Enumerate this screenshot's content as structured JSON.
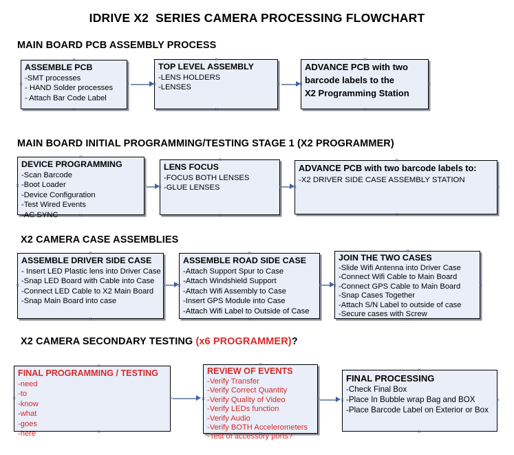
{
  "document": {
    "title": "IDRIVE X2  SERIES CAMERA PROCESSING FLOWCHART",
    "accent_red": "#d42a2a",
    "box_fill": "#e9eef8",
    "box_border": "#000000",
    "connector_color": "#7f93ad",
    "arrow_color": "#3f61a8"
  },
  "sections": [
    {
      "heading": "MAIN BOARD PCB ASSEMBLY PROCESS",
      "heading_suffix": "",
      "boxes": [
        {
          "title": "ASSEMBLE PCB",
          "lines": [
            " -SMT processes",
            "- HAND Solder processes",
            "- Attach Bar Code Label"
          ]
        },
        {
          "title": "TOP LEVEL ASSEMBLY",
          "lines": [
            "-LENS HOLDERS",
            "-LENSES"
          ]
        },
        {
          "title": "ADVANCE PCB with two",
          "lines": [
            "barcode labels to the",
            " X2 Programming Station"
          ]
        }
      ]
    },
    {
      "heading": "MAIN BOARD INITIAL PROGRAMMING/TESTING STAGE 1 (X2 PROGRAMMER)",
      "heading_suffix": "",
      "boxes": [
        {
          "title": "DEVICE PROGRAMMING",
          "lines": [
            "-Scan Barcode",
            "-Boot Loader",
            "-Device Configuration",
            "-Test Wired Events",
            "-AC SYNC"
          ]
        },
        {
          "title": "LENS FOCUS",
          "lines": [
            "-FOCUS BOTH LENSES",
            "-GLUE LENSES"
          ]
        },
        {
          "title": "ADVANCE PCB with two barcode labels to:",
          "lines": [
            "-X2 DRIVER  SIDE  CASE  ASSEMBLY STATION"
          ]
        }
      ]
    },
    {
      "heading": "X2 CAMERA CASE ASSEMBLIES",
      "heading_suffix": "",
      "boxes": [
        {
          "title": "ASSEMBLE DRIVER SIDE CASE",
          "lines": [
            "- Insert LED Plastic lens into Driver Case",
            "-Snap LED Board with Cable into Case",
            "-Connect LED Cable to X2 Main Board",
            "-Snap Main Board into case"
          ]
        },
        {
          "title": "ASSEMBLE ROAD SIDE CASE",
          "lines": [
            "-Attach Support Spur to Case",
            "-Attach Windshield Support",
            "-Attach Wifi Assembly to Case",
            "-Insert GPS Module into Case",
            "-Attach Wifi Label to Outside of Case"
          ]
        },
        {
          "title": "JOIN THE TWO CASES",
          "lines": [
            "-Slide Wifi Antenna into Driver Case",
            "-Connect Wifi Cable to Main Board",
            "-Connect GPS Cable to Main Board",
            "-Snap Cases Together",
            "-Attach S/N Label to outside of case",
            "-Secure cases with Screw"
          ]
        }
      ]
    },
    {
      "heading": "X2 CAMERA SECONDARY TESTING ",
      "heading_red": "(x6 PROGRAMMER)",
      "heading_suffix": "?",
      "boxes": [
        {
          "title": "FINAL PROGRAMMING / TESTING",
          "lines": [
            "-need",
            "-to",
            "-know",
            "-what",
            "-goes",
            "-here"
          ]
        },
        {
          "title": "REVIEW OF EVENTS",
          "lines": [
            "-Verify Transfer",
            "-Verify Correct Quantity",
            "-Verify Quality of Video",
            "-Verify LEDs function",
            "-Verify Audio",
            "-Verify BOTH Accelerometers",
            "-Test of accessory ports?"
          ]
        },
        {
          "title": "FINAL PROCESSING",
          "lines": [
            " -Check Final Box",
            "-Place In Bubble wrap Bag and BOX",
            "-Place Barcode Label on Exterior or Box"
          ]
        }
      ]
    }
  ]
}
